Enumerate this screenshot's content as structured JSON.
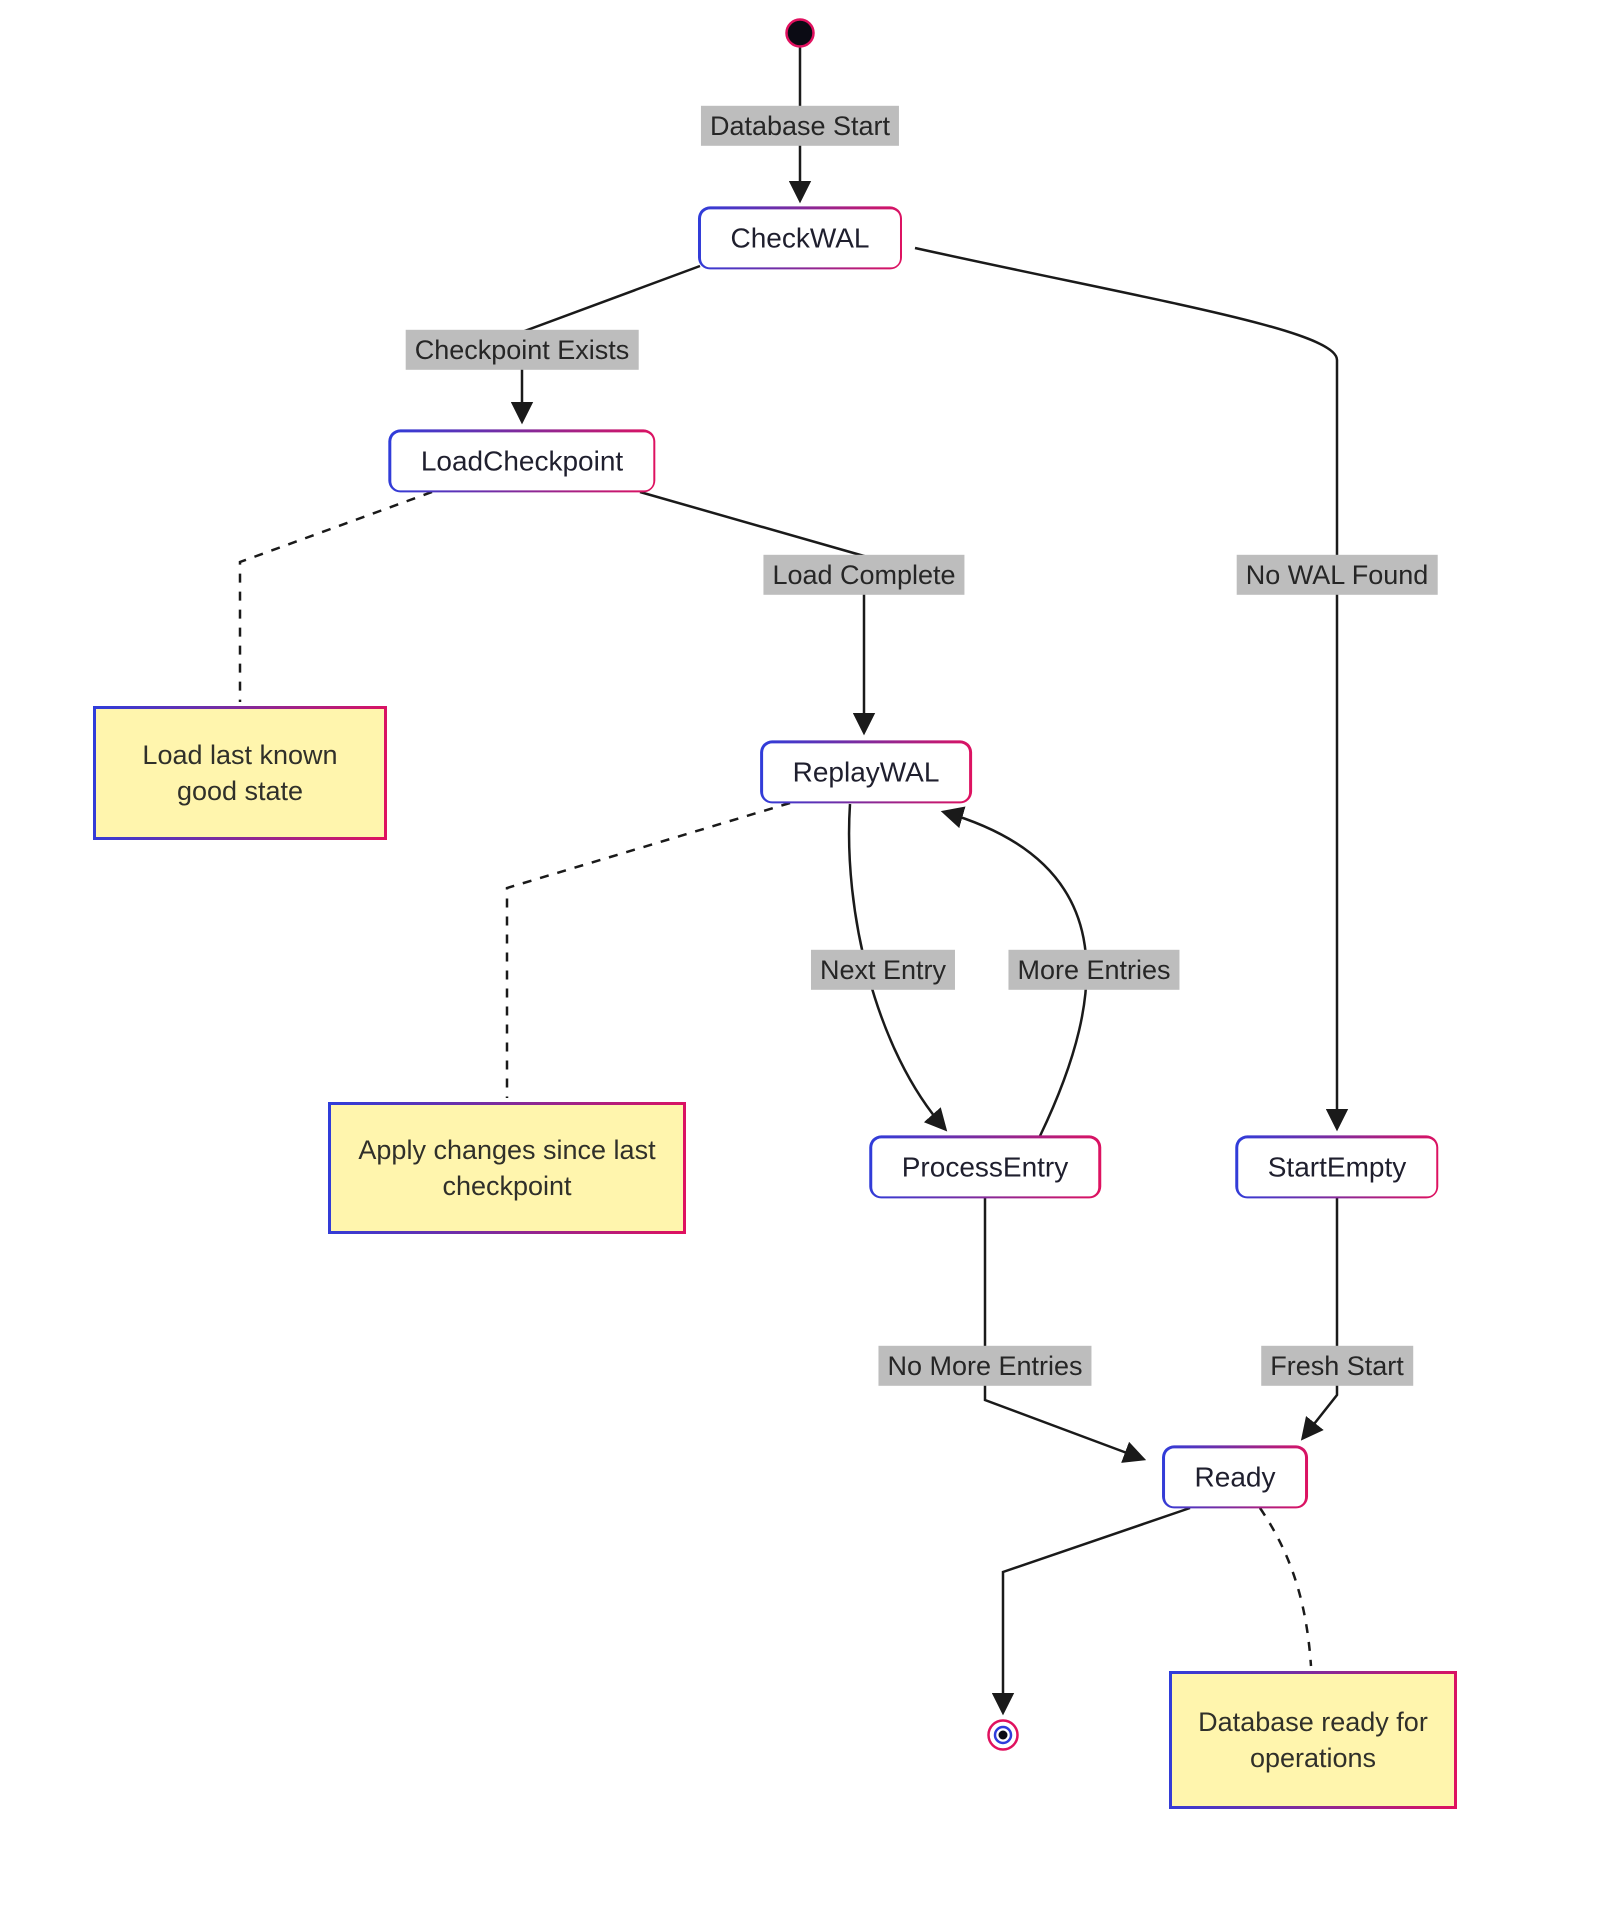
{
  "states": {
    "check_wal": "CheckWAL",
    "load_checkpoint": "LoadCheckpoint",
    "replay_wal": "ReplayWAL",
    "process_entry": "ProcessEntry",
    "start_empty": "StartEmpty",
    "ready": "Ready"
  },
  "edge_labels": {
    "database_start": "Database Start",
    "checkpoint_exists": "Checkpoint Exists",
    "load_complete": "Load Complete",
    "no_wal_found": "No WAL Found",
    "next_entry": "Next Entry",
    "more_entries": "More Entries",
    "no_more_entries": "No More Entries",
    "fresh_start": "Fresh Start"
  },
  "notes": {
    "load_note": "Load last known good state",
    "apply_note": "Apply changes since last checkpoint",
    "ready_note": "Database ready for operations"
  },
  "colors": {
    "note_bg": "#fff5ad",
    "edge_label_bg": "#bdbdbd",
    "border_gradient_start": "#2e3ddb",
    "border_gradient_end": "#e0115f",
    "edge_stroke": "#1a1a1a",
    "start_fill": "#0b0b14"
  }
}
